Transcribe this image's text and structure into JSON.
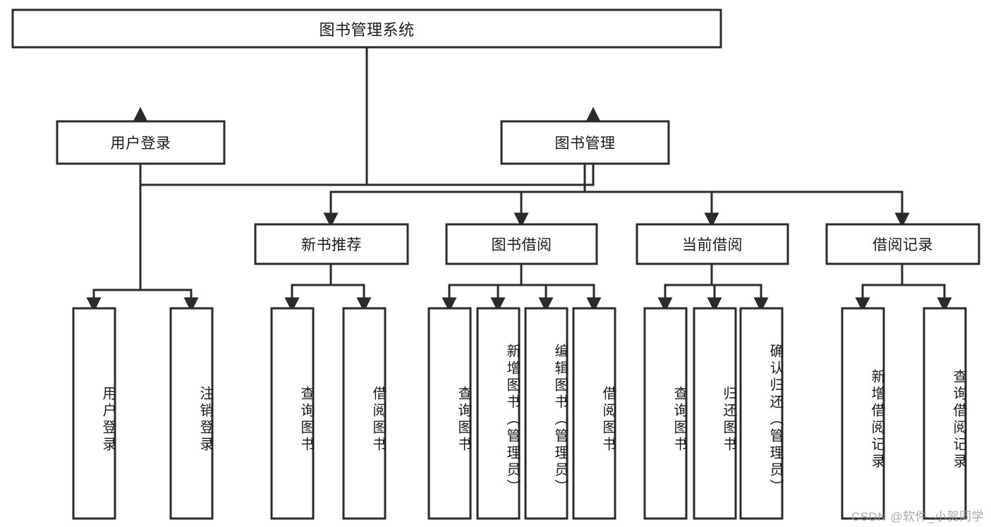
{
  "diagram": {
    "title": "图书管理系统",
    "type": "hierarchy-tree",
    "watermark": "CSDN @软件_小贺同学",
    "colors": {
      "stroke": "#2b2b2b",
      "fill": "#ffffff",
      "text": "#1a1a1a",
      "watermark": "#9a9a9a"
    },
    "levels": {
      "root": {
        "label": "图书管理系统"
      },
      "level2": [
        {
          "label": "用户登录"
        },
        {
          "label": "图书管理"
        }
      ],
      "level3": [
        {
          "label": "新书推荐"
        },
        {
          "label": "图书借阅"
        },
        {
          "label": "当前借阅"
        },
        {
          "label": "借阅记录"
        }
      ],
      "leaves": {
        "user_login": [
          {
            "label": "用户登录"
          },
          {
            "label": "注销登录"
          }
        ],
        "new_book_recommend": [
          {
            "label": "查询图书"
          },
          {
            "label": "借阅图书"
          }
        ],
        "book_borrow": [
          {
            "label": "查询图书"
          },
          {
            "label": "新增图书（管理员）"
          },
          {
            "label": "编辑图书（管理员）"
          },
          {
            "label": "借阅图书"
          }
        ],
        "current_borrow": [
          {
            "label": "查询图书"
          },
          {
            "label": "归还图书"
          },
          {
            "label": "确认归还（管理员）"
          }
        ],
        "borrow_record": [
          {
            "label": "新增借阅记录"
          },
          {
            "label": "查询借阅记录"
          }
        ]
      }
    }
  }
}
